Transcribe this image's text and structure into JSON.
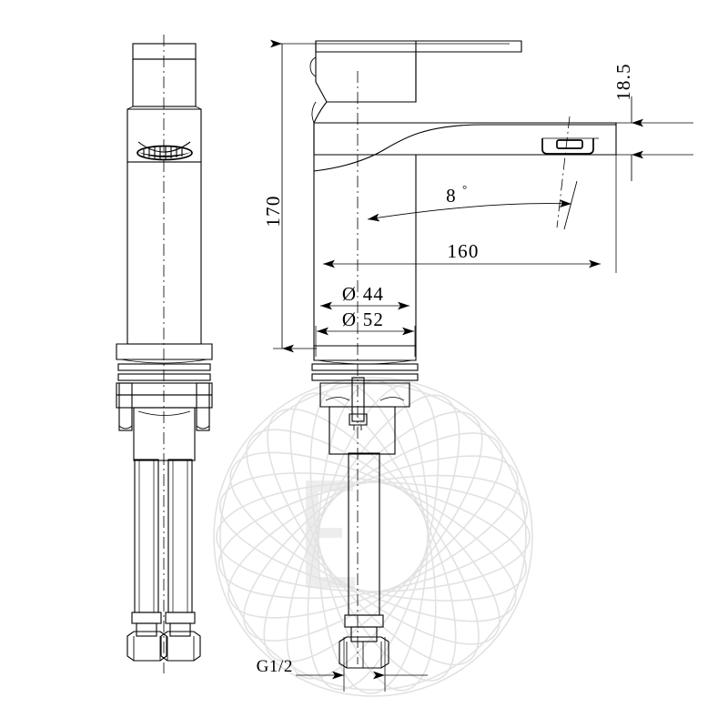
{
  "drawing": {
    "type": "technical-drawing",
    "subject": "single-lever basin mixer tap",
    "units": "mm",
    "background_color": "#ffffff",
    "line_color": "#000000",
    "watermark_color": "#e2e2e2",
    "views": [
      {
        "id": "front-view",
        "label": "",
        "position": "left"
      },
      {
        "id": "side-view",
        "label": "",
        "position": "right"
      }
    ]
  },
  "dimensions": {
    "height": {
      "value": "170",
      "name": "overall-height",
      "orientation": "vertical",
      "rotated": true
    },
    "spout_reach": {
      "value": "160",
      "name": "spout-reach",
      "orientation": "horizontal",
      "rotated": false
    },
    "spout_drop": {
      "value": "18.5",
      "name": "spout-outlet-offset",
      "orientation": "vertical",
      "rotated": true
    },
    "angle": {
      "value": "8",
      "symbol": "°",
      "name": "spout-angle"
    },
    "body_diameter": {
      "value": "44",
      "symbol": "Ø",
      "name": "body-diameter",
      "display": "Ø 44"
    },
    "base_diameter": {
      "value": "52",
      "symbol": "Ø",
      "name": "base-diameter",
      "display": "Ø 52"
    },
    "thread": {
      "value": "G1/2",
      "name": "inlet-thread-size"
    }
  },
  "watermark": {
    "letter": "E",
    "pattern": "spirograph-circle",
    "color": "#e2e2e2"
  }
}
